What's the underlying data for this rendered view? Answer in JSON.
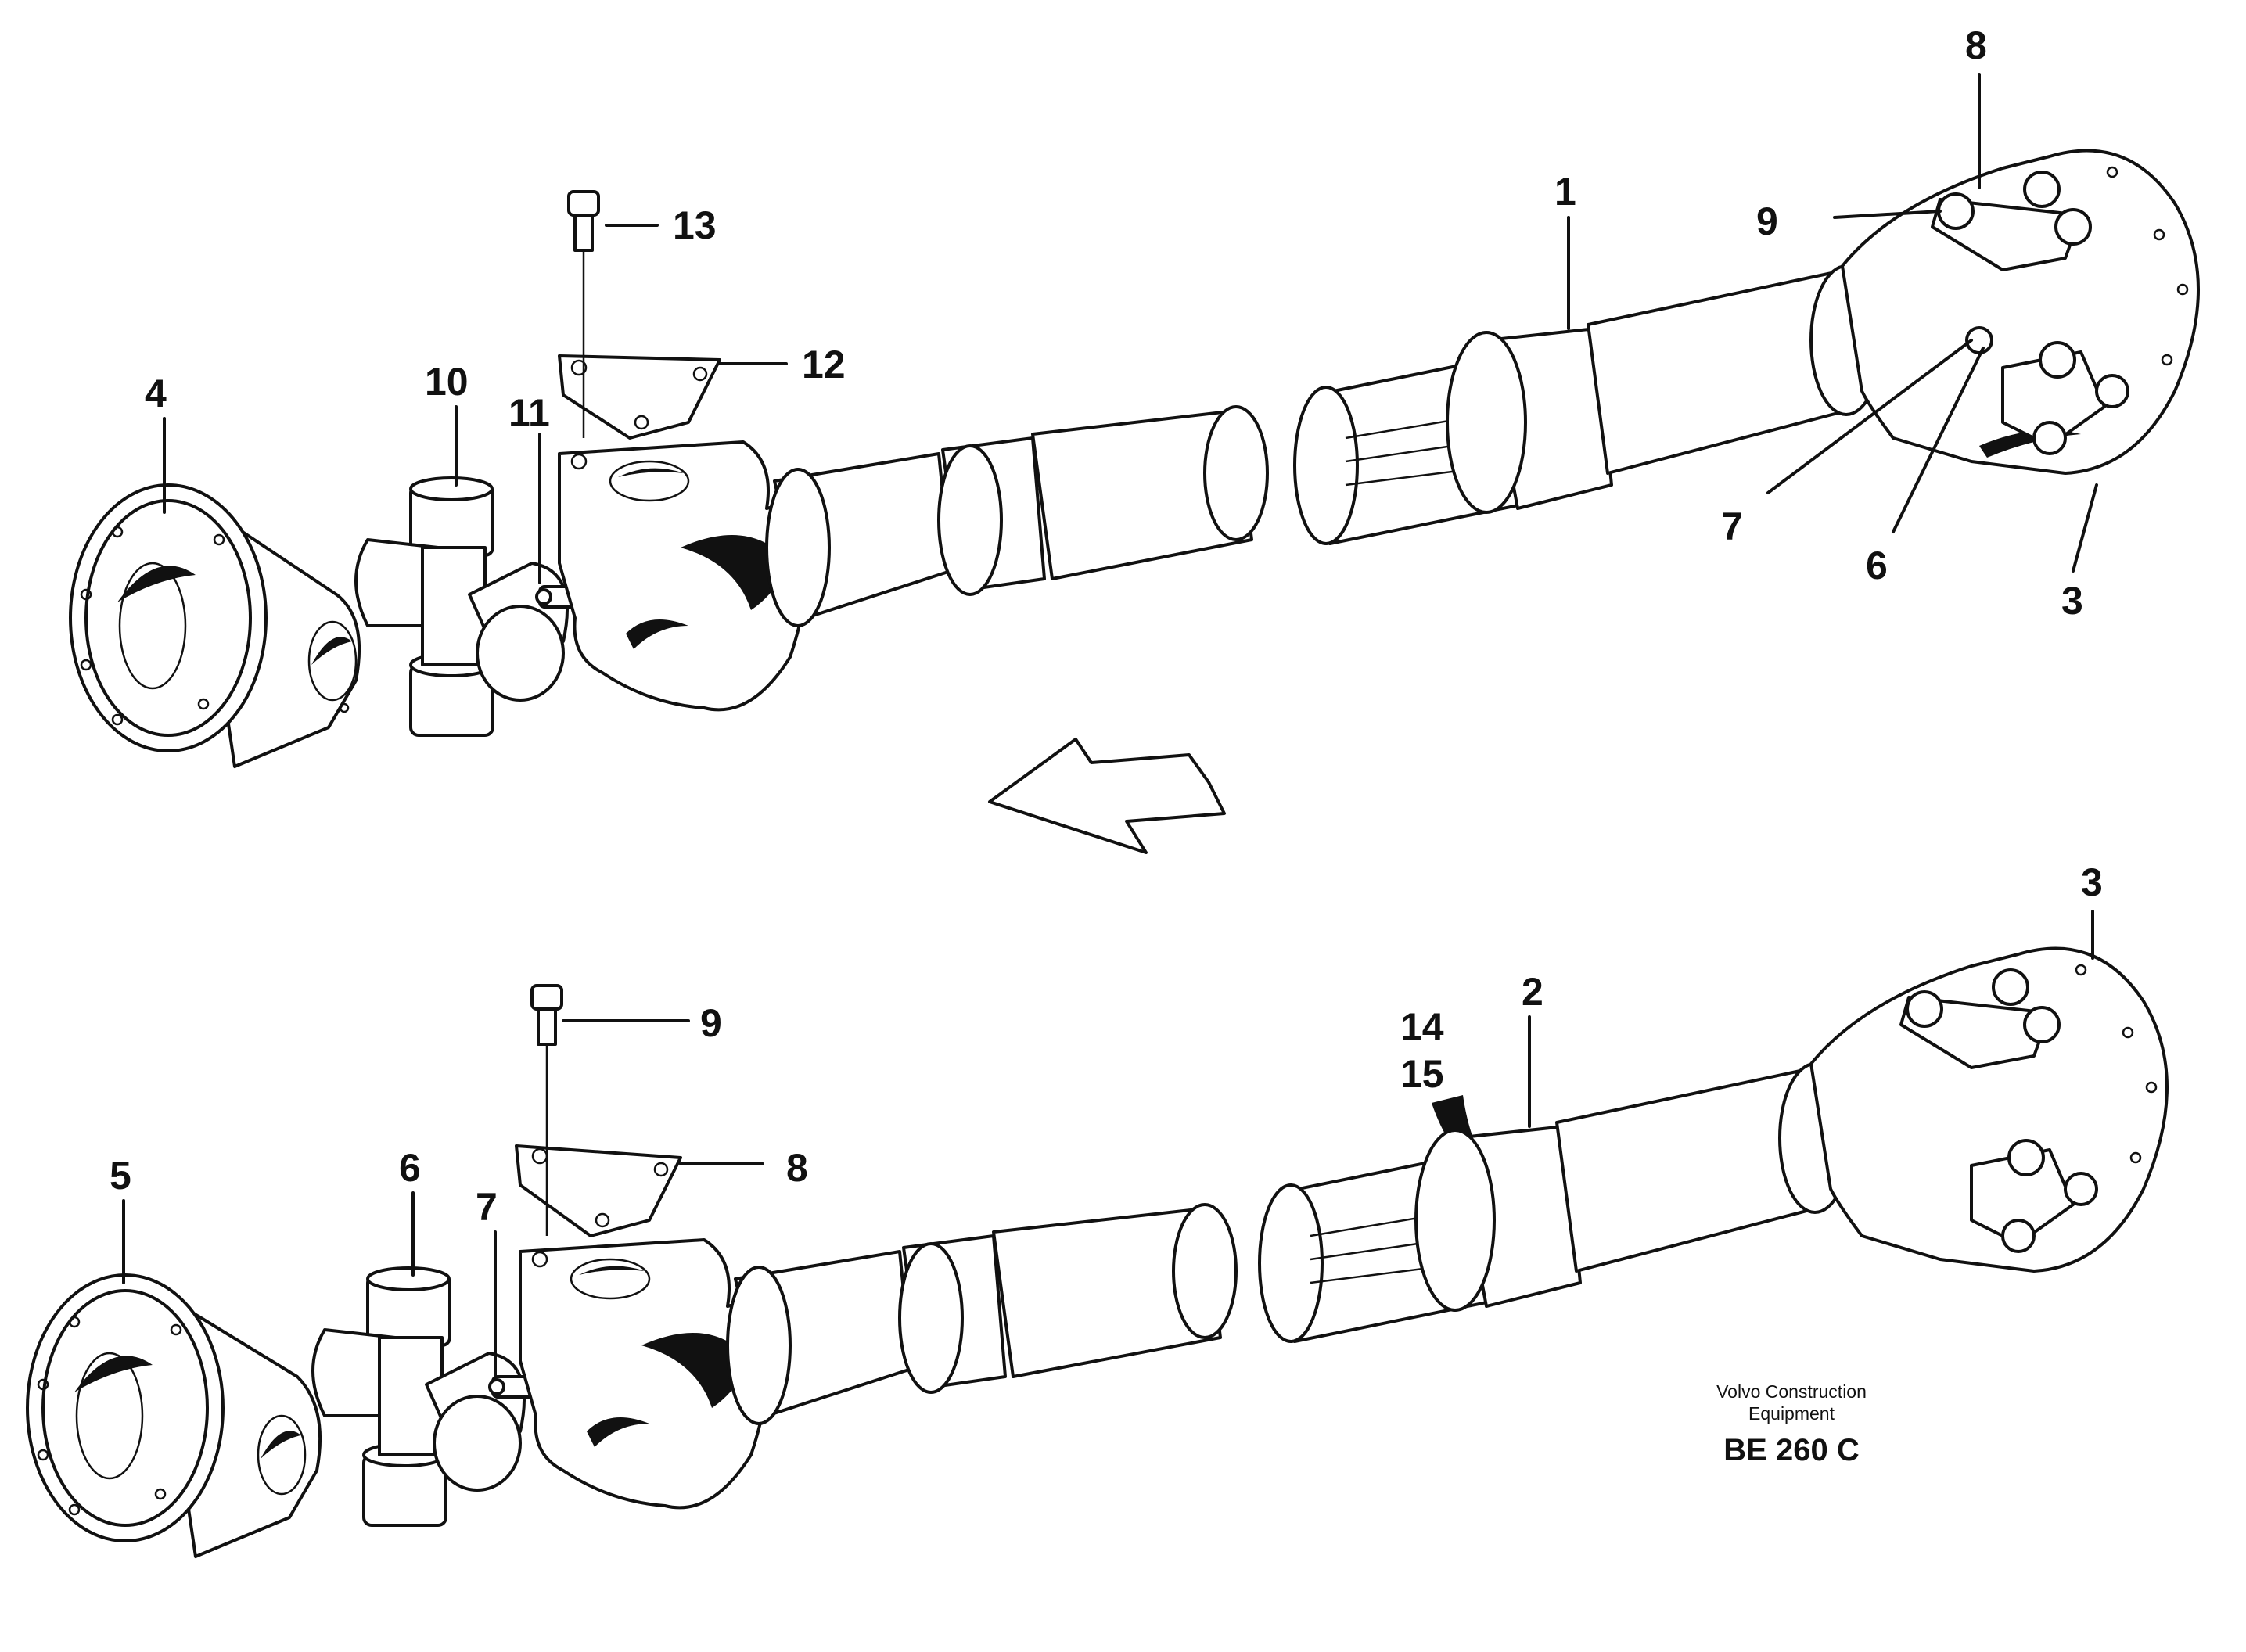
{
  "labels_top": {
    "l1": "1",
    "l3": "3",
    "l4": "4",
    "l6": "6",
    "l7": "7",
    "l8": "8",
    "l9": "9",
    "l10": "10",
    "l11": "11",
    "l12": "12",
    "l13": "13"
  },
  "labels_bottom": {
    "l2": "2",
    "l3": "3",
    "l5": "5",
    "l6": "6",
    "l7": "7",
    "l8": "8",
    "l9": "9",
    "l14": "14",
    "l15": "15"
  },
  "caption": {
    "line1": "Volvo Construction",
    "line2": "Equipment",
    "code": "BE 260 C"
  },
  "colors": {
    "ink": "#111111",
    "paper": "#ffffff"
  },
  "icons": {
    "direction_arrow": "arrow-left-icon"
  }
}
